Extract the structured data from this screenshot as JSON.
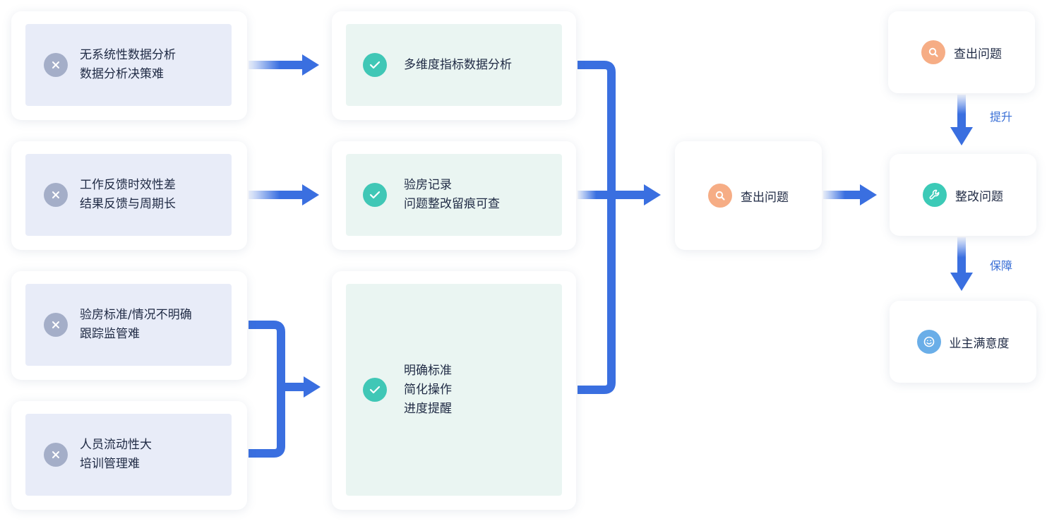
{
  "problems": [
    {
      "lines": [
        "无系统性数据分析",
        "数据分析决策难"
      ]
    },
    {
      "lines": [
        "工作反馈时效性差",
        "结果反馈与周期长"
      ]
    },
    {
      "lines": [
        "验房标准/情况不明确",
        "跟踪监管难"
      ]
    },
    {
      "lines": [
        "人员流动性大",
        "培训管理难"
      ]
    }
  ],
  "solutions": [
    {
      "lines": [
        "多维度指标数据分析"
      ]
    },
    {
      "lines": [
        "验房记录",
        "问题整改留痕可查"
      ]
    },
    {
      "lines": [
        "明确标准",
        "简化操作",
        "进度提醒"
      ]
    }
  ],
  "center_node": {
    "label": "查出问题",
    "icon": "search-icon"
  },
  "right_nodes": [
    {
      "label": "查出问题",
      "icon": "search-icon"
    },
    {
      "label": "整改问题",
      "icon": "wrench-icon"
    },
    {
      "label": "业主满意度",
      "icon": "smile-icon"
    }
  ],
  "arrow_labels": {
    "up_to_fix": "提升",
    "fix_to_satisfaction": "保障"
  },
  "colors": {
    "arrow": "#3a6fe0",
    "problem_bg": "#e8ecf8",
    "solution_bg": "#eaf5f2",
    "x_icon": "#a4aec8",
    "check_icon": "#40c7b6",
    "search_icon": "#f6ad85",
    "wrench_icon": "#3ccab7",
    "smile_icon": "#6aaee8",
    "text": "#1f2a44"
  }
}
